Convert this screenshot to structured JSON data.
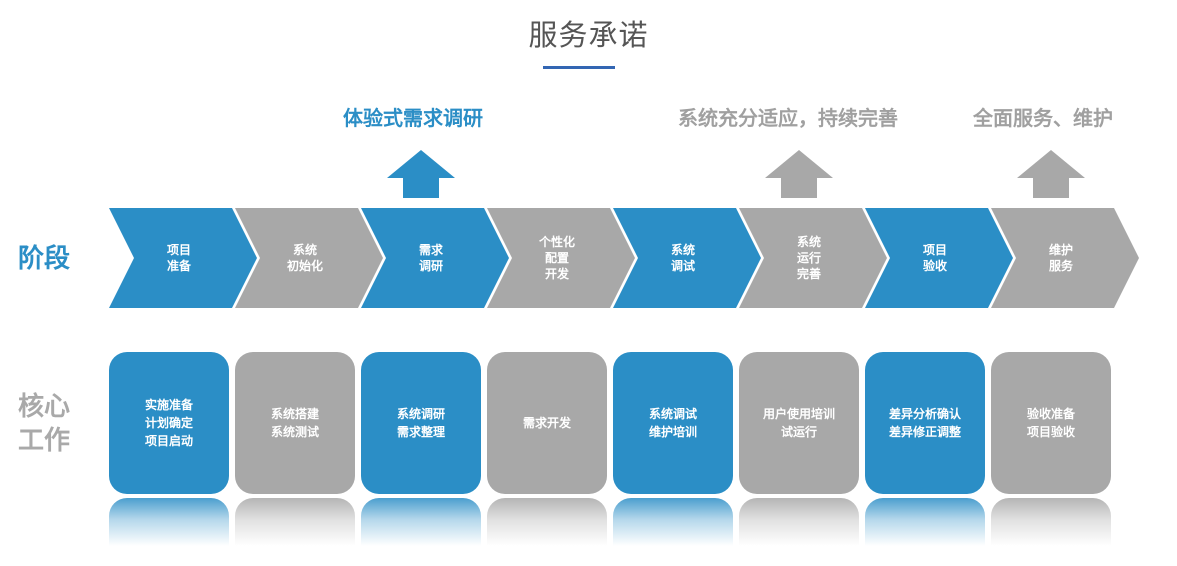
{
  "title": "服务承诺",
  "highlights": [
    {
      "text": "体验式需求调研",
      "color": "blue"
    },
    {
      "text": "系统充分适应，持续完善",
      "color": "gray"
    },
    {
      "text": "全面服务、维护",
      "color": "gray"
    }
  ],
  "row_labels": {
    "stage": "阶段",
    "core_line1": "核心",
    "core_line2": "工作"
  },
  "stages": [
    {
      "label": "项目\n准备",
      "color": "blue"
    },
    {
      "label": "系统\n初始化",
      "color": "gray"
    },
    {
      "label": "需求\n调研",
      "color": "blue"
    },
    {
      "label": "个性化\n配置\n开发",
      "color": "gray"
    },
    {
      "label": "系统\n调试",
      "color": "blue"
    },
    {
      "label": "系统\n运行\n完善",
      "color": "gray"
    },
    {
      "label": "项目\n验收",
      "color": "blue"
    },
    {
      "label": "维护\n服务",
      "color": "gray"
    }
  ],
  "core_work": [
    {
      "label": "实施准备\n计划确定\n项目启动",
      "color": "blue"
    },
    {
      "label": "系统搭建\n系统测试",
      "color": "gray"
    },
    {
      "label": "系统调研\n需求整理",
      "color": "blue"
    },
    {
      "label": "需求开发",
      "color": "gray"
    },
    {
      "label": "系统调试\n维护培训",
      "color": "blue"
    },
    {
      "label": "用户使用培训\n试运行",
      "color": "gray"
    },
    {
      "label": "差异分析确认\n差异修正调整",
      "color": "blue"
    },
    {
      "label": "验收准备\n项目验收",
      "color": "gray"
    }
  ],
  "colors": {
    "blue": "#2b8ec6",
    "gray": "#a8a8a8",
    "accent_line": "#3366b3"
  }
}
